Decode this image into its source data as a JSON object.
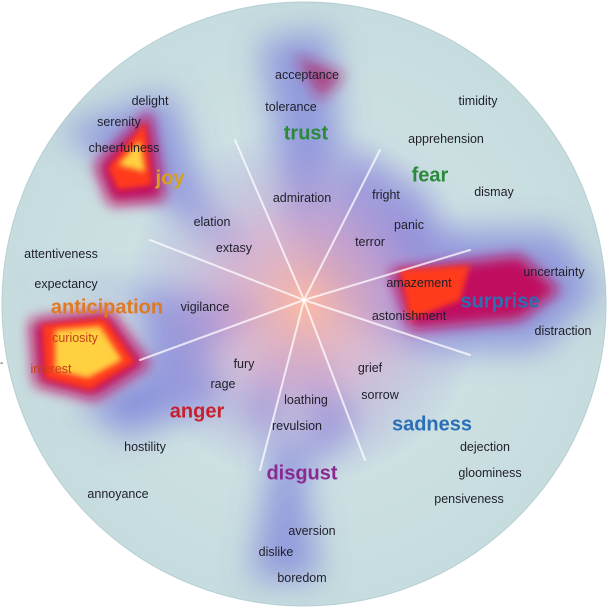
{
  "emotions": {
    "trust": "trust",
    "fear": "fear",
    "surprise": "surprise",
    "sadness": "sadness",
    "disgust": "disgust",
    "anger": "anger",
    "anticipation": "anticipation",
    "joy": "joy"
  },
  "words": {
    "acceptance": "acceptance",
    "tolerance": "tolerance",
    "admiration": "admiration",
    "timidity": "timidity",
    "apprehension": "apprehension",
    "fright": "fright",
    "dismay": "dismay",
    "panic": "panic",
    "terror": "terror",
    "amazement": "amazement",
    "uncertainty": "uncertainty",
    "astonishment": "astonishment",
    "distraction": "distraction",
    "grief": "grief",
    "sorrow": "sorrow",
    "dejection": "dejection",
    "gloominess": "gloominess",
    "pensiveness": "pensiveness",
    "loathing": "loathing",
    "revulsion": "revulsion",
    "aversion": "aversion",
    "dislike": "dislike",
    "boredom": "boredom",
    "fury": "fury",
    "rage": "rage",
    "hostility": "hostility",
    "annoyance": "annoyance",
    "vigilance": "vigilance",
    "attentiveness": "attentiveness",
    "expectancy": "expectancy",
    "curiosity": "curiosity",
    "interest": "interest",
    "delight": "delight",
    "serenity": "serenity",
    "cheerfulness": "cheerfulness",
    "elation": "elation",
    "extasy": "extasy"
  },
  "edge_mark": "-",
  "colors": {
    "background": "#c9dfe0",
    "haze": "#6a6ad6",
    "hotspot_core": "#ffe050",
    "hotspot_mid": "#ff4a1a",
    "hotspot_edge": "#c01060",
    "spokes": "#ffffff"
  }
}
